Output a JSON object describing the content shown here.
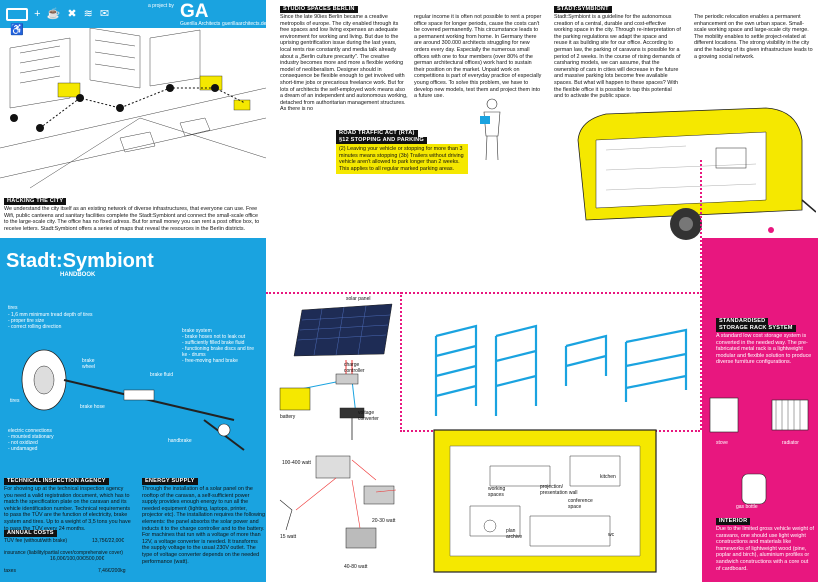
{
  "brand": {
    "logo_text": "GA",
    "subtitle": "Guerilla Architects",
    "project_by": "a project by",
    "url": "guerillaarchitects.de"
  },
  "hacking": {
    "title": "HACKING THE CITY",
    "body": "We understand the city itself as an existing network of diverse infrastructures, that everyone can use. Free Wifi, public canteens and sanitary facilities complete the Stadt:Symbiont and connect the small-scale office to the large-scale city. The office has no fixed adress. But for small money you can rent a post office box, to receive letters. Stadt:Symbiont offers a series of maps that reveal the resources in the Berlin districts."
  },
  "studio": {
    "title": "STUDIO SPACES BERLIN",
    "col1": "Since the late 90ies Berlin became a creative metropolis of europe. The city enabled through its free spaces and low living expenses an adequate environment for working and living. But due to the uprising gentrification issue during the last years, local rents rise constantly and media talk already about a „Berlin culture precarity\". The creative industry becomes more and more a flexible working model of neoliberalism. Designer should in consequence be flexible enough to get involved with short-time jobs or precarious freelance work. But for lots of architects the self-employed work means also a dream of an independent and autonomous working, detached from authoritarian management structures. As there is no",
    "col2": "regular income it is often not possible to rent a proper office space for longer periods, cause the costs can't be covered permanently. This circumstance leads to a permanent working from home. In Germany there are around 300.000 architects struggling for new orders every day. Especially the numerous small offices with one to four members (over 80% of the german architectural offices) work hard to sustain their position on the market. Unpaid work on competitions is part of everyday practice of especially young offices. To solve this problem, we have to develop new models, test them and project them into a future use."
  },
  "stadt": {
    "title": "STADT:SYMBIONT",
    "body": "Stadt:Symbiont is a guideline for the autonomous creation of a central, durable and cost-effective working space in the city. Through re-interpretation of the parking regulations we adapt the space and reuse it as building site for our office. According to german law, the parking of caravans is possible for a period of 2 weeks. In the course of rising demands of carsharing models, we can assume, that the ownership of cars in cities will decrease in the future and massive parking lots become free available spaces. But what will happen to these spaces? With the flexible office it is possible to tap this potential and to activate the public space."
  },
  "relocation": {
    "body": "The periodic relocation enables a permanent enhancement on the own urban space. Small-scale working space and large-scale city merge. The mobility enables to settle project-related at different locations. The strong visibility in the city and the hacking of its given infrastructure leads to a growing social network."
  },
  "rta": {
    "title1": "ROAD TRAFFIC ACT (RTA)",
    "title2": "§12 STOPPING AND PARKING",
    "body": "(2) Leaving your vehicle or stopping for more than 3 minutes means stopping (3b) Trailers without driving vehicle aren't allowed to park longer than 2 weeks. This applies to all regular marked parking areas."
  },
  "handbook": {
    "title": "Stadt:Symbiont",
    "subtitle": "HANDBOOK"
  },
  "parts": {
    "tires_title": "tires",
    "tires_items": [
      "- 1,6 mm minimum tread depth of tires",
      "- proper tire size",
      "- correct rolling direction"
    ],
    "brake_title": "brake system",
    "brake_items": [
      "- brake hoses not to leak out",
      "- sufficiently filled brake fluid",
      "- functioning brake discs and tire",
      "ke - drums",
      "- free-moving hand brake"
    ],
    "electric_title": "electric connections",
    "electric_items": [
      "- mounted stationary",
      "- not oxidized",
      "- undamaged"
    ],
    "label_brake_wheel": "brake wheel",
    "label_brake_fluid": "brake fluid",
    "label_tires": "tires",
    "label_brake_hose": "brake hose",
    "label_handbrake": "handbrake"
  },
  "inspection": {
    "title": "TECHNICAL INSPECTION AGENCY",
    "body": "For showing up at the technical inspection agency you need a valid registration document, which has to match the specification plate on the caravan and its vehicle identification number. Technical requirements to pass the TÜV are the function of electricity, brake system and tires. Up to a weight of 3,5 tons you have to pass the TÜV every 24 months."
  },
  "costs": {
    "title": "ANNUAL COSTS",
    "rows": [
      {
        "label": "TÜV fee (without/with brake)",
        "value": "13,75€/22,00€"
      },
      {
        "label": "insurance (liability/partial cover/comprehensive cover)",
        "value": "16,00€/100,00€/500,00€"
      },
      {
        "label": "taxes",
        "value": "7,46€/200kg"
      }
    ]
  },
  "energy": {
    "title": "ENERGY SUPPLY",
    "body": "Through the installation of a solar panel on the rooftop of the caravan, a self-sufficient power supply provides enough energy to run all the needed equipment (lighting, laptops, printer, projector etc). The installation requires the following elements: the panel absorbs the solar power and inducts it to the charge controller and to the battery. For machines that run with a voltage of more than 12V, a voltage converter is needed. It transforms the supply voltage to the usual 230V outlet. The type of voltage converter depends on the needed performance (watt).",
    "labels": {
      "solar_panel": "solar panel",
      "charge_controller": "charge controller",
      "battery": "battery",
      "voltage_converter": "voltage converter",
      "w100_400": "100-400 watt",
      "w15": "15 watt",
      "w20_30": "20-30 watt",
      "w40_80": "40-80 watt"
    }
  },
  "storage": {
    "title1": "STANDARDISED",
    "title2": "STORAGE RACK SYSTEM",
    "body": "A standard low cost storage system is converted in the needed way. The pre-fabricated metal rack is a lightweight modular and flexible solution to produce diverse furniture configurations."
  },
  "interior": {
    "title": "INTERIOR",
    "body": "Due to the limited gross vehicle weight of caravans, one should use light weight constructions and materials like frameworks of lightweight wood (pine, poplar and birch), aluminium profiles or sandwich constructions with a core out of cardboard.",
    "labels": {
      "stove": "stove",
      "radiator": "radiator",
      "gas_bottle": "gas bottle"
    }
  },
  "plan": {
    "labels": {
      "working_spaces": "working spaces",
      "projection": "projection/ presentation wall",
      "kitchen": "kitchen",
      "conference": "conference space",
      "plan_archive": "plan archive",
      "wc": "wc"
    }
  }
}
